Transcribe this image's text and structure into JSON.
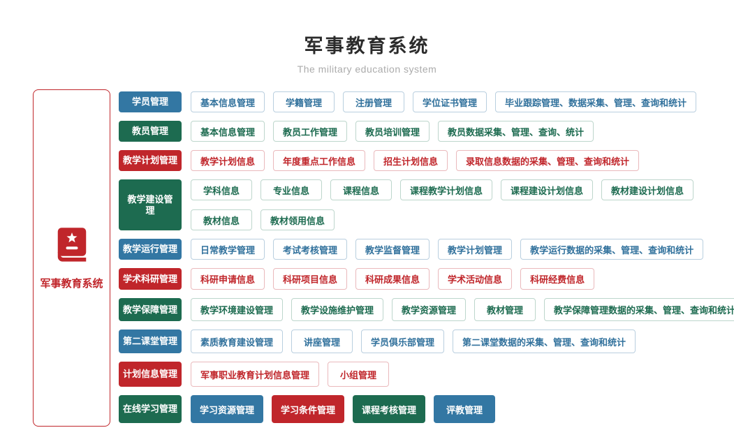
{
  "header": {
    "title": "军事教育系统",
    "subtitle": "The military education system"
  },
  "sidebar": {
    "icon": "red-book-star-icon",
    "label": "军事教育系统"
  },
  "colors": {
    "blue": "#3377a3",
    "green": "#1d6b50",
    "red": "#c0262b",
    "blue_border": "#b9cfdf",
    "green_border": "#bdd6cc",
    "red_border": "#eab9bc",
    "title_text": "#2b2b2b",
    "subtitle_text": "#ababab"
  },
  "rows": [
    {
      "category": "学员管理",
      "color": "blue",
      "items": [
        {
          "label": "基本信息管理"
        },
        {
          "label": "学籍管理"
        },
        {
          "label": "注册管理"
        },
        {
          "label": "学位证书管理"
        },
        {
          "label": "毕业跟踪管理、数据采集、管理、查询和统计"
        }
      ]
    },
    {
      "category": "教员管理",
      "color": "green",
      "items": [
        {
          "label": "基本信息管理"
        },
        {
          "label": "教员工作管理"
        },
        {
          "label": "教员培训管理"
        },
        {
          "label": "教员数据采集、管理、查询、统计"
        }
      ]
    },
    {
      "category": "教学计划管理",
      "color": "red",
      "items": [
        {
          "label": "教学计划信息"
        },
        {
          "label": "年度重点工作信息"
        },
        {
          "label": "招生计划信息"
        },
        {
          "label": "录取信息数据的采集、管理、查询和统计"
        }
      ]
    },
    {
      "category": "教学建设管理",
      "color": "green",
      "items": [
        {
          "label": "学科信息"
        },
        {
          "label": "专业信息"
        },
        {
          "label": "课程信息"
        },
        {
          "label": "课程教学计划信息"
        },
        {
          "label": "课程建设计划信息"
        },
        {
          "label": "教材建设计划信息"
        },
        {
          "label": "教材信息"
        },
        {
          "label": "教材领用信息"
        }
      ]
    },
    {
      "category": "教学运行管理",
      "color": "blue",
      "items": [
        {
          "label": "日常教学管理"
        },
        {
          "label": "考试考核管理"
        },
        {
          "label": "教学监督管理"
        },
        {
          "label": "教学计划管理"
        },
        {
          "label": "教学运行数据的采集、管理、查询和统计"
        }
      ]
    },
    {
      "category": "学术科研管理",
      "color": "red",
      "items": [
        {
          "label": "科研申请信息"
        },
        {
          "label": "科研项目信息"
        },
        {
          "label": "科研成果信息"
        },
        {
          "label": "学术活动信息"
        },
        {
          "label": "科研经费信息"
        }
      ]
    },
    {
      "category": "教学保障管理",
      "color": "green",
      "items": [
        {
          "label": "教学环境建设管理"
        },
        {
          "label": "教学设施维护管理"
        },
        {
          "label": "教学资源管理"
        },
        {
          "label": "教材管理"
        },
        {
          "label": "教学保障管理数据的采集、管理、查询和统计"
        }
      ]
    },
    {
      "category": "第二课堂管理",
      "color": "blue",
      "items": [
        {
          "label": "素质教育建设管理"
        },
        {
          "label": "讲座管理"
        },
        {
          "label": "学员俱乐部管理"
        },
        {
          "label": "第二课堂数据的采集、管理、查询和统计"
        }
      ]
    },
    {
      "category": "计划信息管理",
      "color": "red",
      "items": [
        {
          "label": "军事职业教育计划信息管理"
        },
        {
          "label": "小组管理"
        }
      ]
    },
    {
      "category": "在线学习管理",
      "color": "green",
      "items": [
        {
          "label": "学习资源管理",
          "color": "blue"
        },
        {
          "label": "学习条件管理",
          "color": "red"
        },
        {
          "label": "课程考核管理",
          "color": "green"
        },
        {
          "label": "评教管理",
          "color": "blue"
        }
      ]
    }
  ]
}
